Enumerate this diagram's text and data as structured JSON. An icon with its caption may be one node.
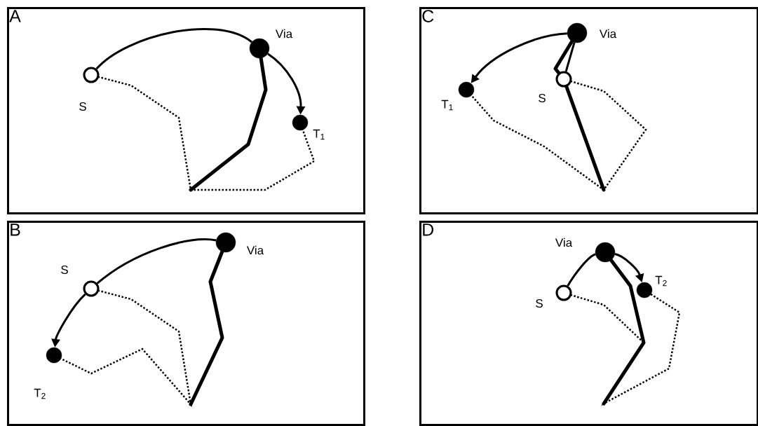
{
  "diagram": {
    "nodes": [
      {
        "text": [
          "A"
        ]
      },
      {
        "text": [],
        "shape": "circle",
        "beside": [
          "S"
        ],
        "in": 0
      },
      {
        "text": [],
        "shape": "circle",
        "beside": [
          "Via"
        ],
        "in": 0
      },
      {
        "text": [],
        "shape": "circle",
        "beside": [
          "T$_{1}$"
        ],
        "in": 0
      },
      {
        "text": [
          "C"
        ]
      },
      {
        "text": [],
        "shape": "circle",
        "beside": [
          "S"
        ],
        "in": 4
      },
      {
        "text": [],
        "shape": "circle",
        "beside": [
          "Via"
        ],
        "in": 4
      },
      {
        "text": [],
        "shape": "circle",
        "beside": [
          "T$_{1}$"
        ],
        "in": 4
      },
      {
        "text": [
          "B"
        ]
      },
      {
        "text": [],
        "shape": "circle",
        "beside": [
          "S"
        ],
        "in": 8
      },
      {
        "text": [],
        "shape": "circle",
        "beside": [
          "Via"
        ],
        "in": 8
      },
      {
        "text": [],
        "shape": "circle",
        "beside": [
          "T$_{2}$"
        ],
        "in": 8
      },
      {
        "text": [
          "D"
        ]
      },
      {
        "text": [],
        "shape": "circle",
        "beside": [
          "S"
        ],
        "in": 12
      },
      {
        "text": [],
        "shape": "circle",
        "beside": [
          "Via"
        ],
        "in": 12
      },
      {
        "text": [],
        "shape": "circle",
        "beside": [
          "T$_{2}$"
        ],
        "in": 12
      }
    ],
    "edges": [
      {
        "from": 1,
        "to": 2,
        "arrow": "none"
      },
      {
        "from": 2,
        "to": 3,
        "arrow": "to"
      },
      {
        "from": 5,
        "to": 6,
        "arrow": "none"
      },
      {
        "from": 6,
        "to": 7,
        "arrow": "to"
      },
      {
        "from": 10,
        "to": 9,
        "arrow": "none"
      },
      {
        "from": 9,
        "to": 11,
        "arrow": "to"
      },
      {
        "from": 13,
        "to": 14,
        "arrow": "none"
      },
      {
        "from": 14,
        "to": 15,
        "arrow": "to"
      }
    ]
  }
}
